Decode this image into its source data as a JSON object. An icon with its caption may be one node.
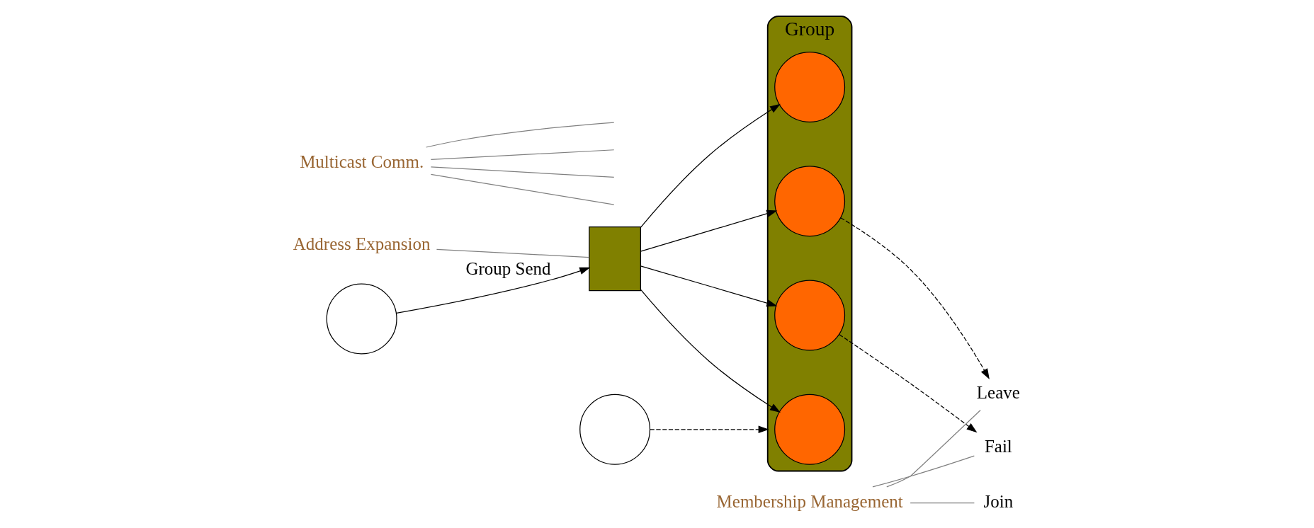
{
  "diagram": {
    "nodes": [
      {
        "text": [
          "Group"
        ]
      },
      {
        "text": [],
        "shape": "circle",
        "in": 0
      },
      {
        "text": [],
        "shape": "circle",
        "in": 0
      },
      {
        "text": [],
        "shape": "circle",
        "in": 0
      },
      {
        "text": [],
        "shape": "circle",
        "in": 0
      },
      {
        "text": [
          "Address Expansion"
        ]
      },
      {
        "text": [],
        "shape": "circle"
      },
      {
        "text": [],
        "shape": "box"
      },
      {
        "text": [
          "Leave"
        ]
      },
      {
        "text": [
          "Membership Management"
        ]
      },
      {
        "text": [
          "Fail"
        ]
      },
      {
        "text": [
          "Multicast Comm."
        ]
      },
      {
        "text": [
          "Join"
        ]
      },
      {
        "text": [],
        "shape": "circle"
      }
    ],
    "edges": [
      {
        "from": 6,
        "to": 7,
        "arrow": "to",
        "label": "Group Send"
      },
      {
        "from": 7,
        "to": 1,
        "arrow": "to"
      },
      {
        "from": 7,
        "to": 2,
        "arrow": "to"
      },
      {
        "from": 7,
        "to": 3,
        "arrow": "to"
      },
      {
        "from": 7,
        "to": 4,
        "arrow": "to"
      },
      {
        "from": 2,
        "to": 8,
        "arrow": "to",
        "style": "dashed"
      },
      {
        "from": 3,
        "to": 10,
        "arrow": "to",
        "style": "dashed"
      },
      {
        "from": 13,
        "to": 0,
        "arrow": "to",
        "style": "dashed"
      },
      {
        "from": 5,
        "to": 7,
        "arrow": "none",
        "color": "#808080"
      },
      {
        "from": 9,
        "to": 8,
        "arrow": "none",
        "color": "#808080"
      },
      {
        "from": 9,
        "to": 10,
        "arrow": "none",
        "color": "#808080"
      },
      {
        "from": 9,
        "to": 12,
        "arrow": "none",
        "color": "#808080"
      },
      {
        "from": 11,
        "to": null,
        "arrow": "none",
        "color": "#808080"
      },
      {
        "from": 11,
        "to": null,
        "arrow": "none",
        "color": "#808080"
      },
      {
        "from": 11,
        "to": null,
        "arrow": "none",
        "color": "#808080"
      },
      {
        "from": 11,
        "to": null,
        "arrow": "none",
        "color": "#808080"
      }
    ]
  }
}
